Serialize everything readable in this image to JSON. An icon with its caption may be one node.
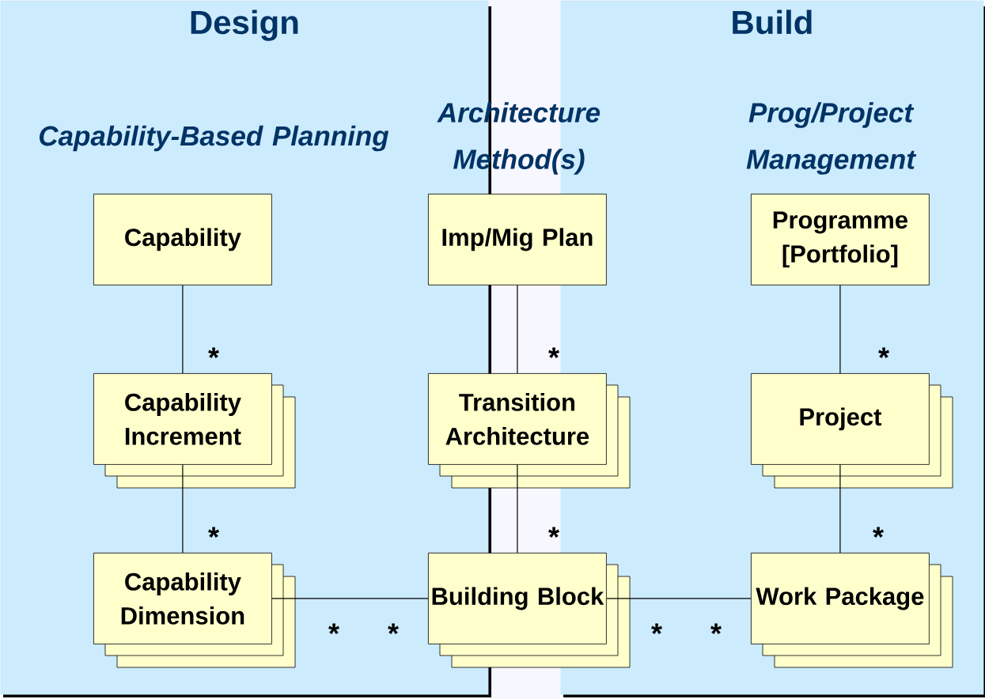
{
  "diagram": {
    "nodes": [
      {
        "text": [
          "Design"
        ]
      },
      {
        "text": [
          "Build"
        ]
      },
      {
        "text": [
          "Capability"
        ],
        "in": 0
      },
      {
        "text": [
          "Imp/Mig Plan"
        ]
      },
      {
        "text": [
          "Programme [Portfolio]"
        ],
        "in": 1
      },
      {
        "text": [
          "Capability Increment"
        ],
        "in": 0
      },
      {
        "text": [
          "Transition Architecture"
        ]
      },
      {
        "text": [
          "Project"
        ],
        "in": 1
      },
      {
        "text": [
          "Capability Dimension"
        ],
        "in": 0
      },
      {
        "text": [
          "Building Block"
        ]
      },
      {
        "text": [
          "Work Package"
        ],
        "in": 1
      }
    ],
    "edges": [
      {
        "from": 2,
        "to": 5,
        "arrow": "none"
      },
      {
        "from": 5,
        "to": 8,
        "arrow": "none"
      },
      {
        "from": 3,
        "to": 6,
        "arrow": "none"
      },
      {
        "from": 6,
        "to": 9,
        "arrow": "none"
      },
      {
        "from": 4,
        "to": 7,
        "arrow": "none"
      },
      {
        "from": 7,
        "to": 10,
        "arrow": "none"
      },
      {
        "from": 8,
        "to": 9,
        "arrow": "none"
      },
      {
        "from": 9,
        "to": 10,
        "arrow": "none"
      }
    ],
    "labels": [
      "Capability-Based Planning",
      "Architecture Method(s)",
      "Prog/Project Management",
      "*",
      "*",
      "*",
      "*",
      "*",
      "*",
      "*",
      "*",
      "*",
      "*"
    ]
  }
}
